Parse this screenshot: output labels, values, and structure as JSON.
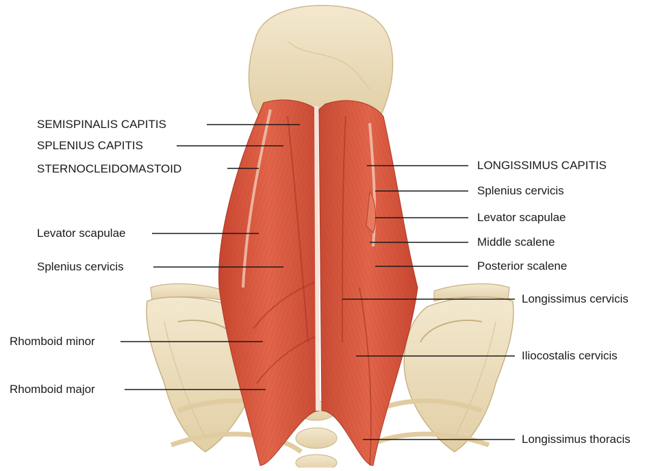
{
  "labels_left": [
    {
      "id": "semispinalis-capitis",
      "text": "SEMISPINALIS CAPITIS"
    },
    {
      "id": "splenius-capitis",
      "text": "SPLENIUS CAPITIS"
    },
    {
      "id": "sternocleidomastoid",
      "text": "STERNOCLEIDOMASTOID"
    },
    {
      "id": "levator-scapulae-left",
      "text": "Levator scapulae"
    },
    {
      "id": "splenius-cervicis-left",
      "text": "Splenius cervicis"
    },
    {
      "id": "rhomboid-minor",
      "text": "Rhomboid minor"
    },
    {
      "id": "rhomboid-major",
      "text": "Rhomboid major"
    }
  ],
  "labels_right": [
    {
      "id": "longissimus-capitis",
      "text": "LONGISSIMUS CAPITIS"
    },
    {
      "id": "splenius-cervicis-right",
      "text": "Splenius cervicis"
    },
    {
      "id": "levator-scapulae-right",
      "text": "Levator scapulae"
    },
    {
      "id": "middle-scalene",
      "text": "Middle scalene"
    },
    {
      "id": "posterior-scalene",
      "text": "Posterior scalene"
    },
    {
      "id": "longissimus-cervicis",
      "text": "Longissimus cervicis"
    },
    {
      "id": "iliocostalis-cervicis",
      "text": "Iliocostalis cervicis"
    },
    {
      "id": "longissimus-thoracis",
      "text": "Longissimus thoracis"
    }
  ],
  "colors": {
    "bone": "#efe2c4",
    "bone_shadow": "#d8c59a",
    "muscle": "#d9573f",
    "muscle_dark": "#b73b28",
    "muscle_light": "#ee8a6f",
    "tendon": "#f3d8cc",
    "leader_line": "#1a1a1a"
  }
}
